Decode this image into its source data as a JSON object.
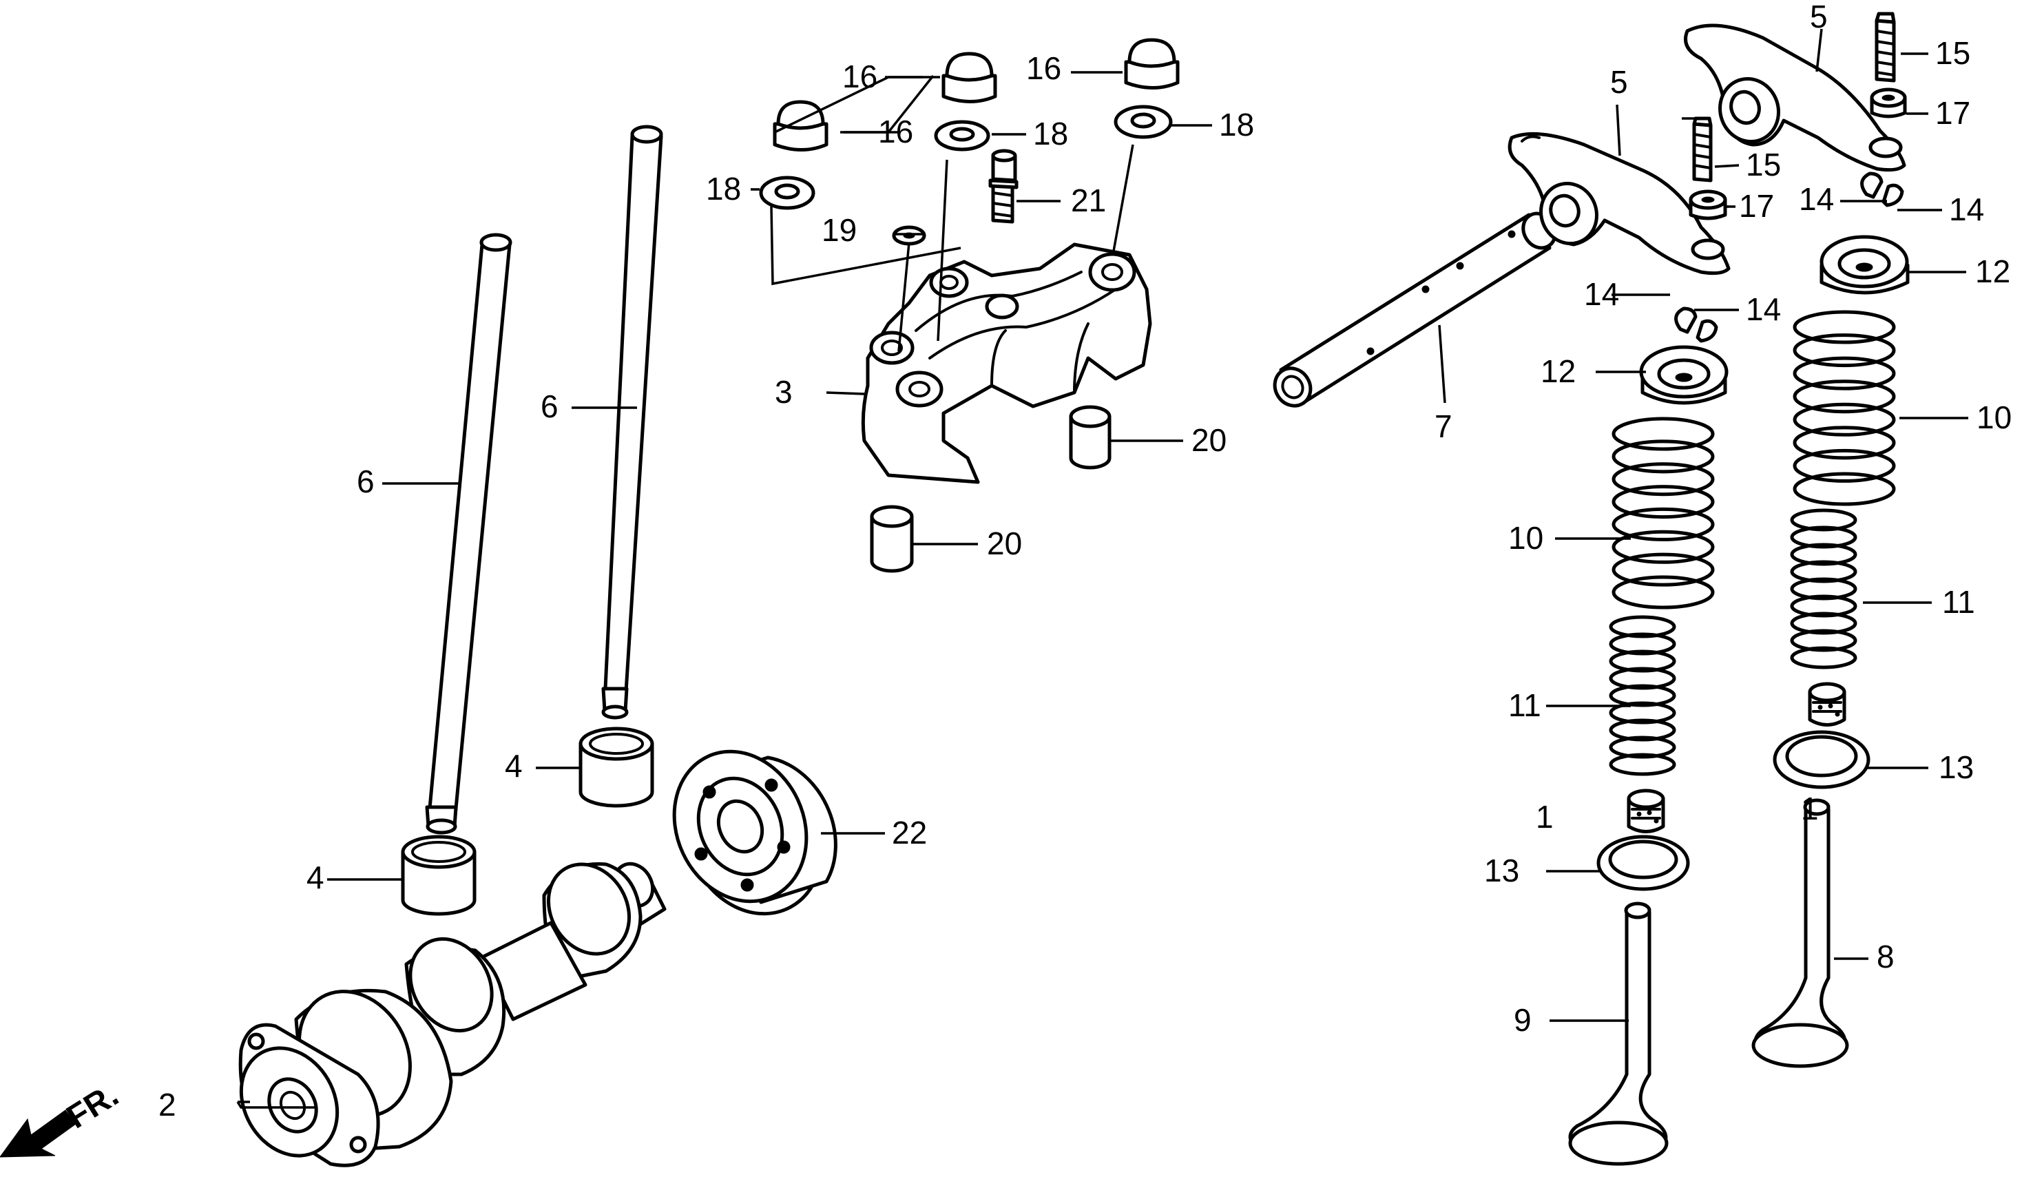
{
  "diagram": {
    "direction_label": "FR.",
    "callouts": {
      "c1_exh": "1",
      "c1_int": "1",
      "c2": "2",
      "c3": "3",
      "c4_upper": "4",
      "c4_lower": "4",
      "c5_a": "5",
      "c5_b": "5",
      "c6_left": "6",
      "c6_right": "6",
      "c7": "7",
      "c8": "8",
      "c9": "9",
      "c10_left": "10",
      "c10_right": "10",
      "c11_left": "11",
      "c11_right": "11",
      "c12_left": "12",
      "c12_right": "12",
      "c13_left": "13",
      "c13_right": "13",
      "c14_a": "14",
      "c14_b": "14",
      "c14_c": "14",
      "c14_d": "14",
      "c15_a": "15",
      "c15_b": "15",
      "c16_a": "16",
      "c16_b": "16",
      "c16_c": "16",
      "c17_a": "17",
      "c17_b": "17",
      "c18_a": "18",
      "c18_b": "18",
      "c18_c": "18",
      "c19": "19",
      "c20_a": "20",
      "c20_b": "20",
      "c21": "21",
      "c22": "22"
    }
  }
}
